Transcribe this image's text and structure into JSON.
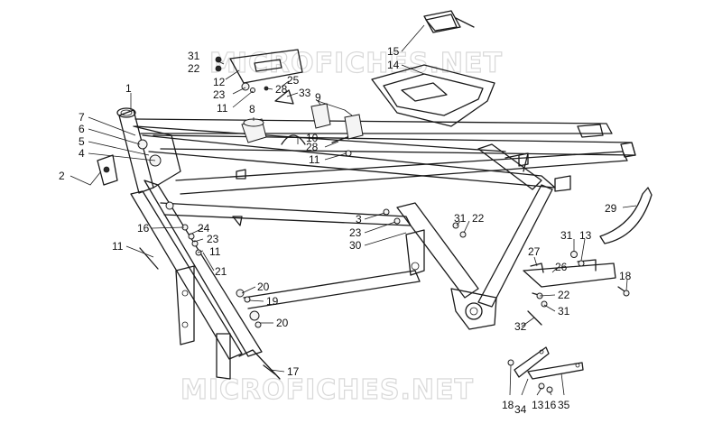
{
  "watermark": {
    "top": "MICROFICHES.NET",
    "bottom": "MICROFICHES.NET"
  },
  "callouts": [
    "1",
    "2",
    "3",
    "4",
    "5",
    "6",
    "7",
    "8",
    "9",
    "10",
    "11",
    "11",
    "11",
    "11",
    "12",
    "13",
    "13",
    "14",
    "15",
    "16",
    "16",
    "17",
    "18",
    "18",
    "19",
    "20",
    "20",
    "21",
    "22",
    "22",
    "22",
    "23",
    "23",
    "23",
    "24",
    "25",
    "26",
    "27",
    "28",
    "28",
    "29",
    "30",
    "31",
    "31",
    "31",
    "31",
    "32",
    "33",
    "34",
    "35"
  ]
}
